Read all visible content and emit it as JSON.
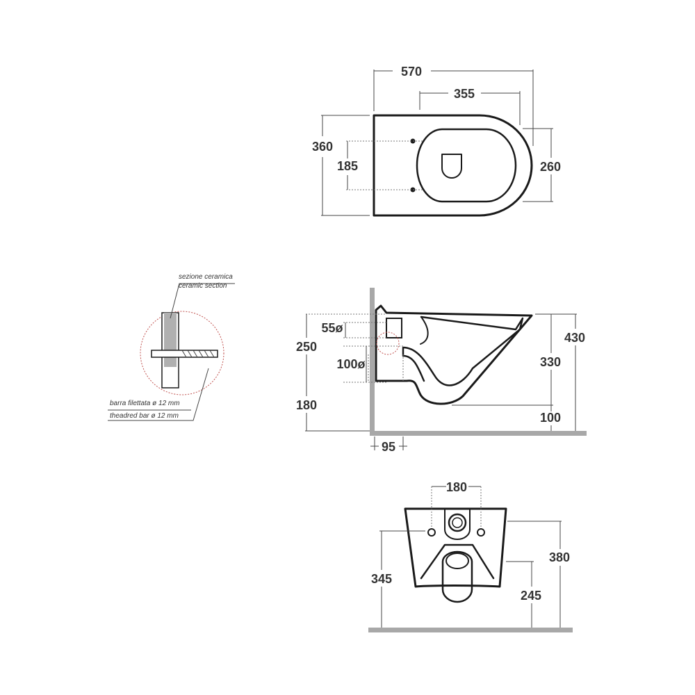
{
  "top_view": {
    "overall_length": "570",
    "fixing_to_outlet": "355",
    "overall_width": "360",
    "fixing_spacing": "185",
    "bowl_width": "260"
  },
  "side_view": {
    "overall_height": "430",
    "bowl_depth": "330",
    "outlet_height": "250",
    "inlet_diameter": "55ø",
    "outlet_diameter": "100ø",
    "outlet_floor_height": "180",
    "foot_height": "100",
    "wall_offset": "95"
  },
  "detail": {
    "ceramic_section_it": "sezione ceramica",
    "ceramic_section_en": "ceramic section",
    "threaded_bar_it": "barra filettata ø 12 mm",
    "threaded_bar_en": "theadred bar ø 12 mm"
  },
  "rear_view": {
    "fixing_spacing": "180",
    "fixing_height": "345",
    "top_height": "380",
    "outlet_height": "245"
  },
  "colors": {
    "line": "#1a1a1a",
    "dimension": "#333333",
    "wall": "#a8a8a8",
    "detail_circle": "#c0504d"
  }
}
